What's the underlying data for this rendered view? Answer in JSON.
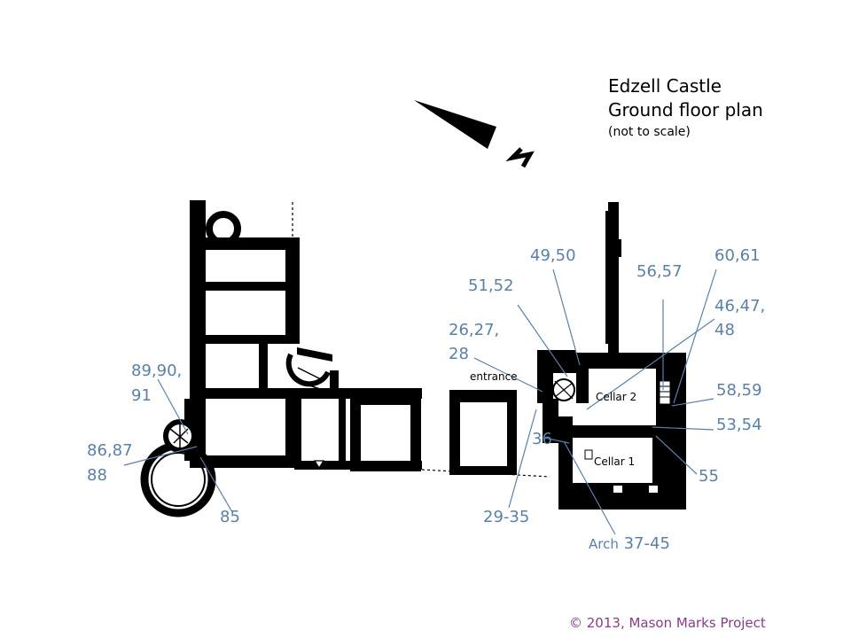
{
  "title": {
    "line1": "Edzell Castle",
    "line2": "Ground floor plan",
    "line3": "(not to scale)"
  },
  "north": {
    "letter": "N"
  },
  "rooms": {
    "cellar1": "Cellar 1",
    "cellar2": "Cellar 2",
    "entrance": "entrance"
  },
  "marks": {
    "m49_50": "49,50",
    "m56_57": "56,57",
    "m60_61": "60,61",
    "m51_52": "51,52",
    "m46_48_a": "46,47,",
    "m46_48_b": "48",
    "m26_28_a": "26,27,",
    "m26_28_b": "28",
    "m89_91_a": "89,90,",
    "m89_91_b": "91",
    "m58_59": "58,59",
    "m53_54": "53,54",
    "m36": "36",
    "m86_88_a": "86,87",
    "m86_88_b": "88",
    "m55": "55",
    "m85": "85",
    "m29_35": "29-35",
    "arch_prefix": "Arch",
    "arch_marks": "37-45"
  },
  "copyright": "© 2013, Mason Marks Project",
  "colors": {
    "label": "#5b80a6",
    "wall": "#000000",
    "copyright": "#8a3c8a"
  }
}
